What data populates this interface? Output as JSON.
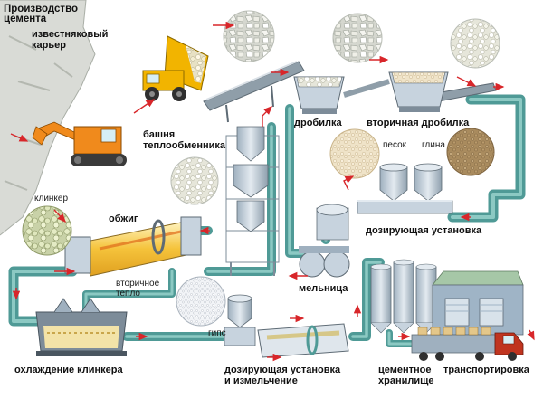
{
  "title": "Производство цемента",
  "labels": {
    "quarry": "известняковый карьер",
    "crusher": "дробилка",
    "secondary_crusher": "вторичная дробилка",
    "tower": "башня теплообменника",
    "sand": "песок",
    "clay": "глина",
    "clinker": "клинкер",
    "firing": "обжиг",
    "dosing_top": "дозирующая установка",
    "secondary_heat": "вторичное тепло",
    "mill": "мельница",
    "gypsum": "гипс",
    "clinker_cooling": "охлаждение клинкера",
    "dosing_bottom": "дозирующая установка и измельчение",
    "cement_storage": "цементное хранилище",
    "transport": "транспортировка"
  },
  "colors": {
    "pipe": "#4f9a96",
    "pipe_light": "#8cc9c3",
    "arrow": "#d8262a",
    "machine": "#c7d3de",
    "machine_dark": "#7d8c99",
    "rock": "#d9d9cc",
    "sand": "#e9dcc0",
    "clay": "#b79a6e",
    "truck_yellow": "#f2b400",
    "excavator_orange": "#f08a1c",
    "kiln_fire": "#f5c33b",
    "storage_wall": "#9fb4c6",
    "storage_roof": "#a6c7a7",
    "trailer": "#c0341f"
  }
}
